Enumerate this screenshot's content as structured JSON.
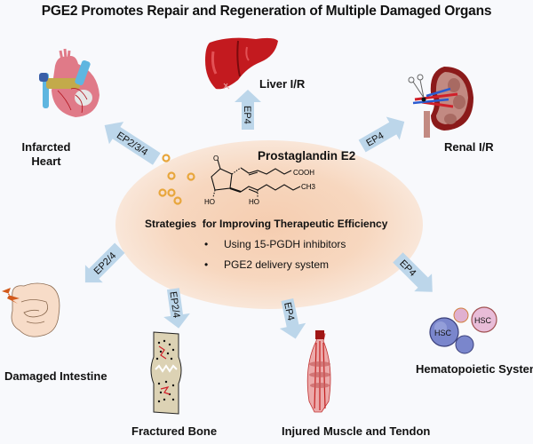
{
  "title": "PGE2 Promotes Repair and Regeneration of Multiple Damaged Organs",
  "center": {
    "compound_name": "Prostaglandin E2",
    "formula_labels": {
      "ketone": "O",
      "acid": "COOH",
      "methyl": "CH3",
      "hydroxyl_1": "HO",
      "hydroxyl_2": "HO"
    },
    "strategies_heading_part1": "Strategies",
    "strategies_heading_part2": "for Improving Therapeutic Efficiency",
    "strategies": [
      "Using 15-PGDH inhibitors",
      "PGE2 delivery system"
    ],
    "bullet_glyph": "•"
  },
  "organs": [
    {
      "id": "heart",
      "label_line1": "Infarcted",
      "label_line2": "Heart",
      "receptor": "EP2/3/4"
    },
    {
      "id": "liver",
      "label": "Liver I/R",
      "receptor": "EP4"
    },
    {
      "id": "kidney",
      "label": "Renal I/R",
      "receptor": "EP4"
    },
    {
      "id": "intestine",
      "label": "Damaged Intestine",
      "receptor": "EP2/4"
    },
    {
      "id": "bone",
      "label": "Fractured Bone",
      "receptor": "EP2/4"
    },
    {
      "id": "muscle",
      "label": "Injured Muscle and Tendon",
      "receptor": "EP4"
    },
    {
      "id": "hematopoietic",
      "label": "Hematopoietic System",
      "receptor": "EP4",
      "cell_label": "HSC"
    }
  ],
  "colors": {
    "arrow_fill": "#bcd6ea",
    "ellipse": "#f6d0b4",
    "dots": "#e8a63c",
    "organ_red": "#b5141b"
  }
}
